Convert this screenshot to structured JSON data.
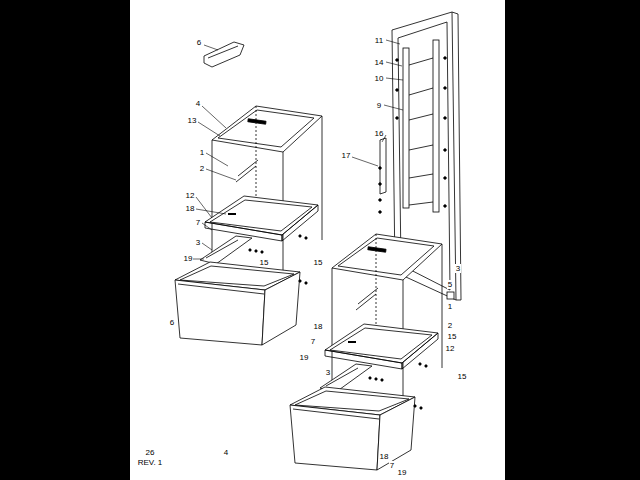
{
  "diagram": {
    "labels": [
      "6",
      "11",
      "14",
      "10",
      "9",
      "16",
      "17",
      "4",
      "13",
      "1",
      "2",
      "12",
      "18",
      "7",
      "3",
      "19",
      "15",
      "15",
      "6",
      "3",
      "5",
      "1",
      "2",
      "15",
      "12",
      "18",
      "7",
      "19",
      "3",
      "15",
      "4",
      "18",
      "7",
      "19",
      "26",
      "REV. 1"
    ]
  }
}
